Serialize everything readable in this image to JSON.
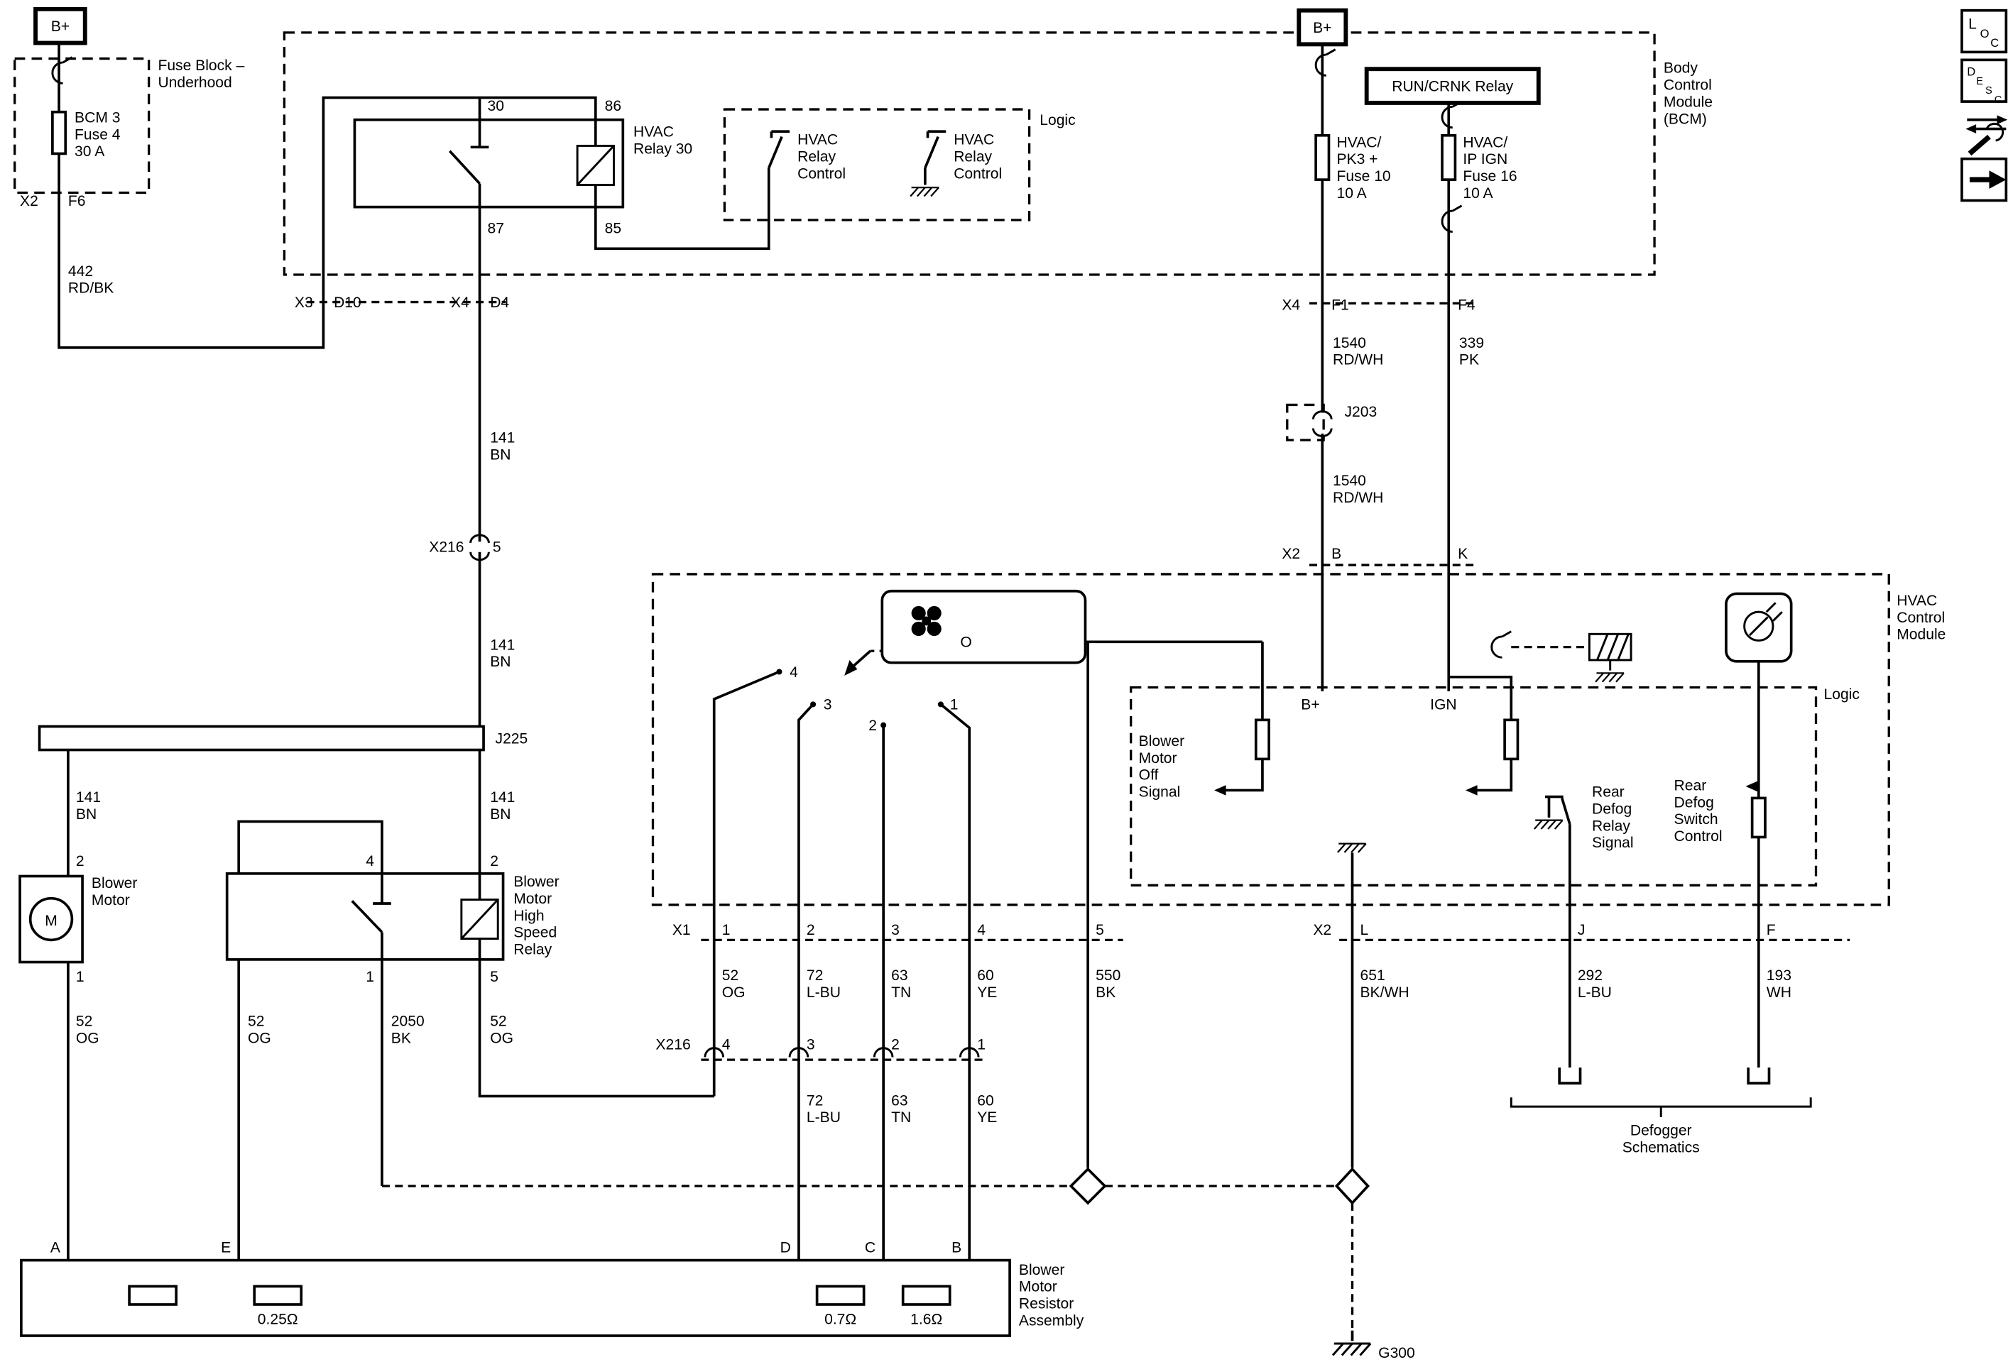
{
  "corner_icons": {
    "loc": [
      "L",
      "O",
      "C"
    ],
    "desc": [
      "D",
      "E",
      "S",
      "C"
    ]
  },
  "power": {
    "b_plus_left": "B+",
    "b_plus_right": "B+"
  },
  "fuse_block": {
    "title": [
      "Fuse Block –",
      "Underhood"
    ],
    "fuse": [
      "BCM 3",
      "Fuse 4",
      "30 A"
    ],
    "conn": "X2",
    "term": "F6"
  },
  "bcm": {
    "title": [
      "Body",
      "Control",
      "Module",
      "(BCM)"
    ],
    "run_crnk": "RUN/CRNK Relay",
    "relay30": {
      "name": [
        "HVAC",
        "Relay 30"
      ],
      "p30": "30",
      "p86": "86",
      "p87": "87",
      "p85": "85"
    },
    "logic": "Logic",
    "control1": [
      "HVAC",
      "Relay",
      "Control"
    ],
    "control2": [
      "HVAC",
      "Relay",
      "Control"
    ],
    "fuse_pk3": [
      "HVAC/",
      "PK3 +",
      "Fuse 10",
      "10 A"
    ],
    "fuse_ign": [
      "HVAC/",
      "IP IGN",
      "Fuse 16",
      "10 A"
    ],
    "rows": {
      "x3": "X3",
      "d10": "D10",
      "x4a": "X4",
      "d4": "D4",
      "x4b": "X4",
      "f1": "F1",
      "f4": "F4",
      "x2": "X2",
      "b": "B",
      "k": "K"
    }
  },
  "wires": {
    "w442": [
      "442",
      "RD/BK"
    ],
    "w141": [
      "141",
      "BN"
    ],
    "w1540": [
      "1540",
      "RD/WH"
    ],
    "w339": [
      "339",
      "PK"
    ],
    "w52": [
      "52",
      "OG"
    ],
    "w2050": [
      "2050",
      "BK"
    ],
    "w72": [
      "72",
      "L-BU"
    ],
    "w63": [
      "63",
      "TN"
    ],
    "w60": [
      "60",
      "YE"
    ],
    "w550": [
      "550",
      "BK"
    ],
    "w651": [
      "651",
      "BK/WH"
    ],
    "w292": [
      "292",
      "L-BU"
    ],
    "w193": [
      "193",
      "WH"
    ]
  },
  "connectors": {
    "x216_5": {
      "name": "X216",
      "pin": "5"
    },
    "j225": "J225",
    "j203": "J203",
    "x1": {
      "name": "X1",
      "p1": "1",
      "p2": "2",
      "p3": "3",
      "p4": "4",
      "p5": "5"
    },
    "x216": {
      "name": "X216",
      "p4": "4",
      "p3": "3",
      "p2": "2",
      "p1": "1"
    },
    "x2": {
      "name": "X2",
      "l": "L",
      "j": "J",
      "f": "F"
    },
    "g300": "G300"
  },
  "hvac_module": {
    "title": [
      "HVAC",
      "Control",
      "Module"
    ],
    "logic": "Logic",
    "b_plus": "B+",
    "ign": "IGN",
    "switch_off": "O",
    "positions": {
      "p4": "4",
      "p3": "3",
      "p2": "2",
      "p1": "1"
    },
    "blower_off_signal": [
      "Blower",
      "Motor",
      "Off",
      "Signal"
    ],
    "rear_defog_relay_signal": [
      "Rear",
      "Defog",
      "Relay",
      "Signal"
    ],
    "rear_defog_switch_control": [
      "Rear",
      "Defog",
      "Switch",
      "Control"
    ]
  },
  "blower_motor": {
    "name": [
      "Blower",
      "Motor"
    ],
    "m": "M",
    "p2": "2",
    "p1": "1"
  },
  "hs_relay": {
    "name": [
      "Blower",
      "Motor",
      "High",
      "Speed",
      "Relay"
    ],
    "p4": "4",
    "p2": "2",
    "p1": "1",
    "p5": "5"
  },
  "resistor_assembly": {
    "name": [
      "Blower",
      "Motor",
      "Resistor",
      "Assembly"
    ],
    "pins": {
      "a": "A",
      "e": "E",
      "d": "D",
      "c": "C",
      "b": "B"
    },
    "values": [
      "0.25Ω",
      "0.7Ω",
      "1.6Ω"
    ]
  },
  "defogger": {
    "label": [
      "Defogger",
      "Schematics"
    ]
  }
}
